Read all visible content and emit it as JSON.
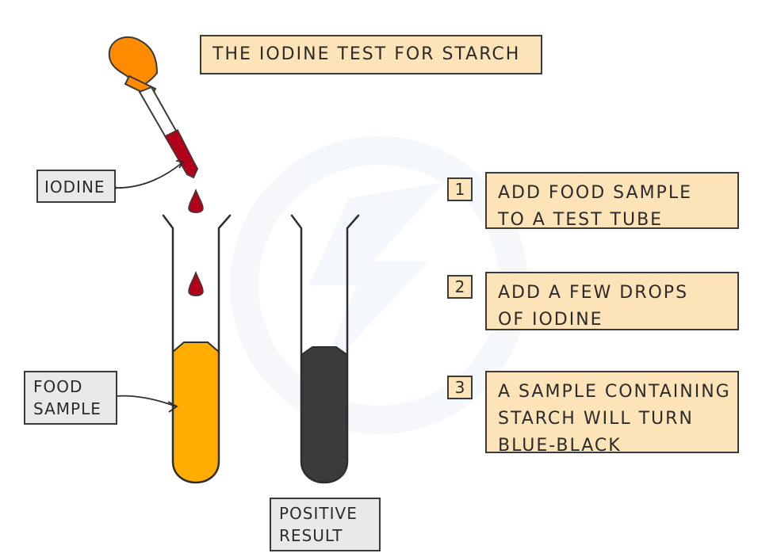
{
  "title": "THE IODINE TEST FOR STARCH",
  "labels": {
    "iodine": "IODINE",
    "food_sample_line1": "FOOD",
    "food_sample_line2": "SAMPLE",
    "positive_line1": "POSITIVE",
    "positive_line2": "RESULT"
  },
  "steps": [
    {
      "number": "1",
      "line1": "ADD FOOD SAMPLE",
      "line2": "TO A TEST TUBE",
      "line3": ""
    },
    {
      "number": "2",
      "line1": "ADD A FEW DROPS",
      "line2": "OF IODINE",
      "line3": ""
    },
    {
      "number": "3",
      "line1": "A SAMPLE CONTAINING",
      "line2": "STARCH WILL TURN",
      "line3": "BLUE-BLACK"
    }
  ],
  "colors": {
    "box_fill": "#fde3b8",
    "label_fill": "#e9e9e9",
    "iodine_red": "#b3001b",
    "food_orange": "#ffad00",
    "starch_black": "#3b3b3b",
    "dropper_bulb": "#ff8c00",
    "watermark": "#eef2f9"
  },
  "icons": [
    "dropper-icon",
    "drop-icon",
    "test-tube-icon"
  ]
}
